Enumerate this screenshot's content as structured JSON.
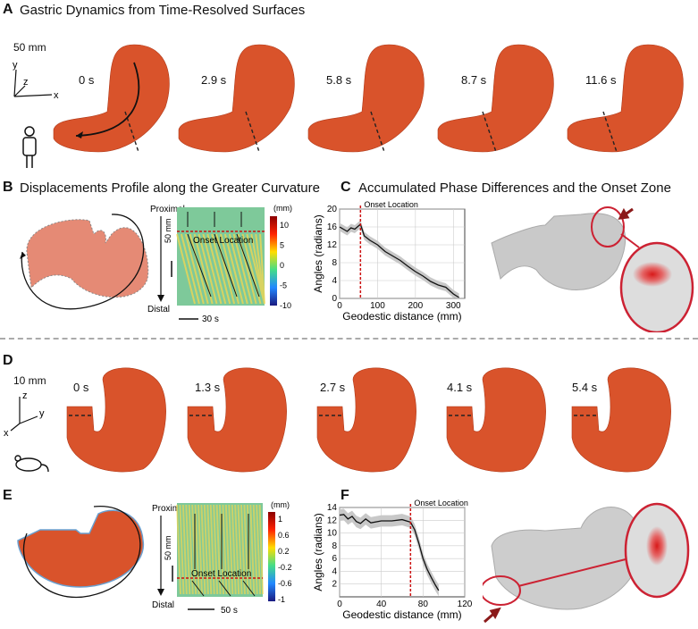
{
  "panelA": {
    "label": "A",
    "title": "Gastric Dynamics from Time-Resolved Surfaces",
    "scale": "50 mm",
    "axes": {
      "x": "x",
      "y": "y",
      "z": "z"
    },
    "times": [
      "0 s",
      "2.9 s",
      "5.8 s",
      "8.7 s",
      "11.6 s"
    ]
  },
  "panelB": {
    "label": "B",
    "title": "Displacements Profile along the Greater Curvature",
    "proximal": "Proximal",
    "distal": "Distal",
    "scale_v": "50 mm",
    "scale_h": "30 s",
    "unit": "(mm)",
    "onset": "Onset Location",
    "colorbar_ticks": [
      "10",
      "5",
      "0",
      "-5",
      "-10"
    ]
  },
  "panelC": {
    "label": "C",
    "title": "Accumulated Phase Differences and the Onset Zone"
  },
  "panelD": {
    "label": "D",
    "scale": "10 mm",
    "axes": {
      "x": "x",
      "y": "y",
      "z": "z"
    },
    "times": [
      "0 s",
      "1.3 s",
      "2.7 s",
      "4.1 s",
      "5.4 s"
    ]
  },
  "panelE": {
    "label": "E",
    "proximal": "Proximal",
    "distal": "Distal",
    "scale_v": "50 mm",
    "scale_h": "50 s",
    "unit": "(mm)",
    "onset": "Onset Location",
    "colorbar_ticks": [
      "1",
      "0.6",
      "0.2",
      "-0.2",
      "-0.6",
      "-1"
    ]
  },
  "panelF": {
    "label": "F"
  },
  "colors": {
    "tissue": "#d9532b",
    "curve": "#111111",
    "onset": "#cc1111",
    "gray": "#c8c8c8"
  },
  "chart_data": [
    {
      "type": "line",
      "onset_label": "Onset Location",
      "xlabel": "Geodestic distance (mm)",
      "ylabel": "Angles (radians)",
      "xlim": [
        0,
        330
      ],
      "ylim": [
        0,
        20
      ],
      "xticks": [
        0,
        100,
        200,
        300
      ],
      "yticks": [
        0,
        4,
        8,
        12,
        16,
        20
      ],
      "onset_x": 55,
      "x": [
        0,
        10,
        20,
        30,
        40,
        55,
        65,
        80,
        100,
        120,
        140,
        160,
        180,
        200,
        220,
        240,
        260,
        280,
        300,
        315
      ],
      "y": [
        16,
        15.5,
        15,
        15.8,
        15.5,
        16.6,
        14,
        13,
        12,
        10.5,
        9.5,
        8.5,
        7.2,
        6,
        5,
        3.8,
        3,
        2.5,
        1,
        0.2
      ]
    },
    {
      "type": "line",
      "onset_label": "Onset Location",
      "xlabel": "Geodestic distance (mm)",
      "ylabel": "Angles (radians)",
      "xlim": [
        0,
        120
      ],
      "ylim": [
        0,
        14
      ],
      "xticks": [
        0,
        40,
        80,
        120
      ],
      "yticks": [
        2,
        4,
        6,
        8,
        10,
        12,
        14
      ],
      "onset_x": 68,
      "x": [
        0,
        4,
        8,
        12,
        16,
        20,
        25,
        30,
        40,
        50,
        60,
        68,
        72,
        76,
        80,
        84,
        88,
        92,
        95
      ],
      "y": [
        12.8,
        12.9,
        12.2,
        12.6,
        11.8,
        11.5,
        12.2,
        11.6,
        11.9,
        11.9,
        12.1,
        11.7,
        10.5,
        8.4,
        6,
        4.3,
        3,
        1.8,
        1
      ]
    }
  ]
}
